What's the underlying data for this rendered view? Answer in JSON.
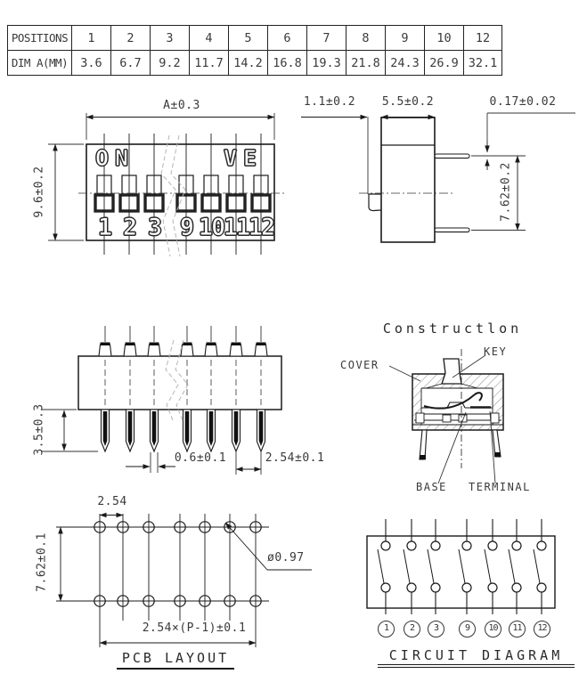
{
  "page": {
    "background": "#ffffff",
    "line_color": "#1a1a1a",
    "text_color": "#3a3a3a"
  },
  "table": {
    "row1_label": "POSITIONS",
    "row2_label": "DIM A(MM)",
    "positions": [
      "1",
      "2",
      "3",
      "4",
      "5",
      "6",
      "7",
      "8",
      "9",
      "10",
      "12"
    ],
    "dims_mm": [
      "3.6",
      "6.7",
      "9.2",
      "11.7",
      "14.2",
      "16.8",
      "19.3",
      "21.8",
      "24.3",
      "26.9",
      "32.1"
    ]
  },
  "front_view": {
    "dim_width": "A±0.3",
    "dim_height": "9.6±0.2",
    "on_label": "ON",
    "ve_label": "VE",
    "positions": [
      "1",
      "2",
      "3",
      "9",
      "10",
      "11",
      "12"
    ]
  },
  "side_view": {
    "dim_key_offset": "1.1±0.2",
    "dim_body_depth": "5.5±0.2",
    "dim_terminal_thickness": "0.17±0.02",
    "dim_terminal_row_spacing": "7.62±0.2"
  },
  "bottom_view": {
    "dim_pin_length": "3.5±0.3",
    "dim_pin_width": "0.6±0.1",
    "dim_pin_pitch": "2.54±0.1"
  },
  "construction": {
    "title": "Constructlon",
    "cover_label": "COVER",
    "key_label": "KEY",
    "base_label": "BASE",
    "terminal_label": "TERMINAL"
  },
  "pcb_layout": {
    "title": "PCB LAYOUT",
    "dim_hole_pitch": "2.54",
    "dim_row_spacing": "7.62±0.1",
    "dim_hole_diameter": "ø0.97",
    "dim_total_span": "2.54×(P-1)±0.1"
  },
  "circuit_diagram": {
    "title": "CIRCUIT DIAGRAM",
    "terminals": [
      "1",
      "2",
      "3",
      "9",
      "10",
      "11",
      "12"
    ]
  }
}
